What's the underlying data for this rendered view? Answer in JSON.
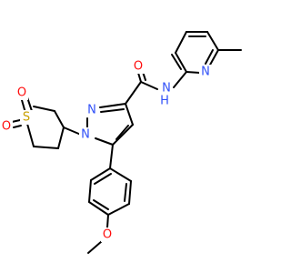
{
  "molecule": {
    "colors": {
      "bond": "#000000",
      "O": "#ff0d0d",
      "N": "#3050f8",
      "S": "#c8a000",
      "H": "#3050f8"
    },
    "atoms": [
      {
        "id": "O_amide",
        "element": "O",
        "label": "O"
      },
      {
        "id": "NH_amide",
        "element": "N",
        "label": "N"
      },
      {
        "id": "H_amide",
        "element": "H",
        "label": "H"
      },
      {
        "id": "N_pyridine",
        "element": "N",
        "label": "N"
      },
      {
        "id": "N1_pyrazole",
        "element": "N",
        "label": "N"
      },
      {
        "id": "N2_pyrazole",
        "element": "N",
        "label": "N"
      },
      {
        "id": "S_sulfolane",
        "element": "S",
        "label": "S"
      },
      {
        "id": "O_sulfonyl_top",
        "element": "O",
        "label": "O"
      },
      {
        "id": "O_sulfonyl_left",
        "element": "O",
        "label": "O"
      },
      {
        "id": "O_methoxy",
        "element": "O",
        "label": "O"
      }
    ]
  }
}
